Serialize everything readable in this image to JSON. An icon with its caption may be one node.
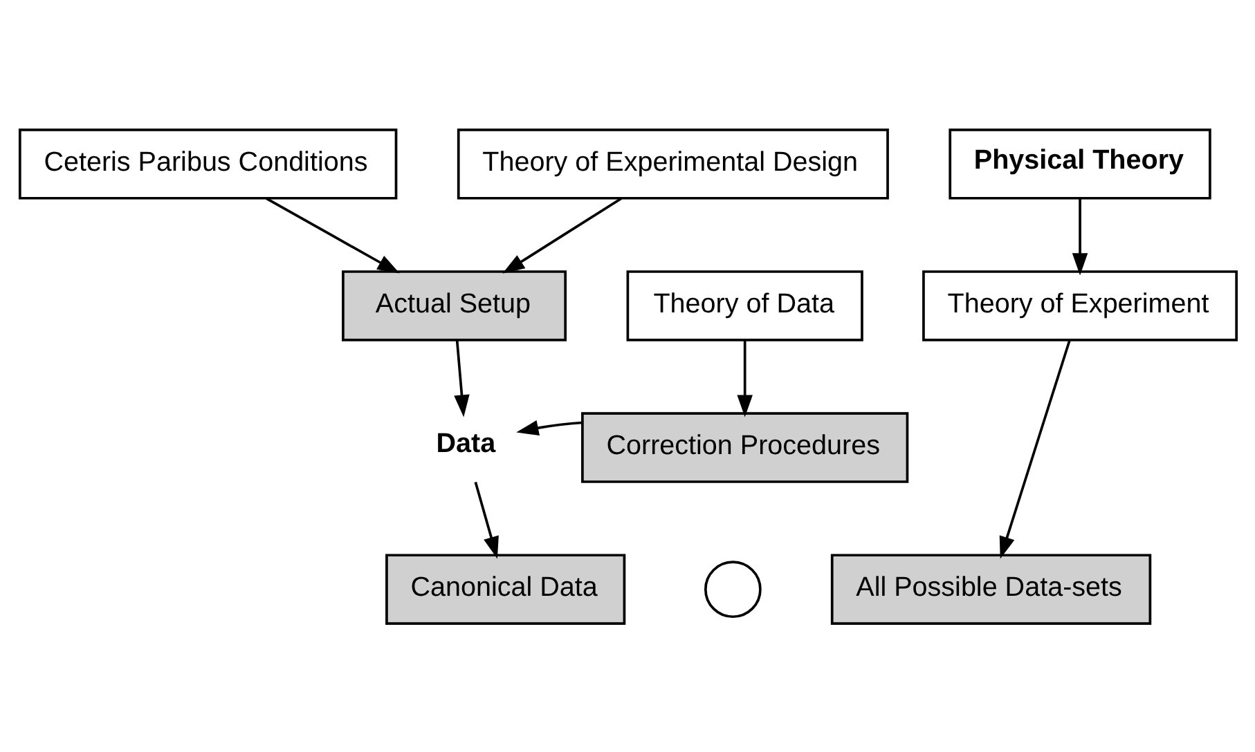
{
  "diagram": {
    "nodes": [
      {
        "text": [
          "Ceteris Paribus Conditions"
        ]
      },
      {
        "text": [
          "Theory of Experimental Design"
        ]
      },
      {
        "text": [
          "Physical Theory"
        ]
      },
      {
        "text": [
          "Actual Setup"
        ]
      },
      {
        "text": [
          "Theory of Data"
        ]
      },
      {
        "text": [
          "Theory of Experiment"
        ]
      },
      {
        "text": [
          "Data"
        ]
      },
      {
        "text": [
          "Correction Procedures"
        ]
      },
      {
        "text": [
          "Canonical Data"
        ]
      },
      {
        "text": [],
        "shape": "circle"
      },
      {
        "text": [
          "All Possible Data-sets"
        ]
      }
    ],
    "edges": [
      {
        "from": 0,
        "to": 3,
        "arrow": "to"
      },
      {
        "from": 1,
        "to": 3,
        "arrow": "to"
      },
      {
        "from": 2,
        "to": 5,
        "arrow": "to"
      },
      {
        "from": 3,
        "to": 6,
        "arrow": "to"
      },
      {
        "from": 4,
        "to": 7,
        "arrow": "to"
      },
      {
        "from": 7,
        "to": 6,
        "arrow": "to"
      },
      {
        "from": 6,
        "to": 8,
        "arrow": "to"
      },
      {
        "from": 5,
        "to": 10,
        "arrow": "to"
      }
    ]
  }
}
